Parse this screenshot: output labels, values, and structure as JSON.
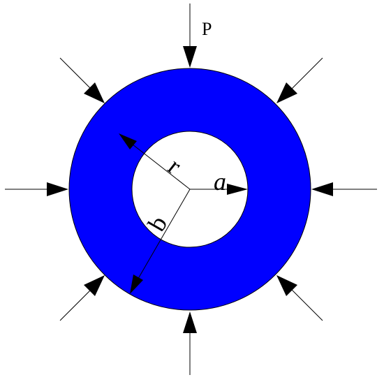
{
  "diagram": {
    "ring_color": "#0000ff",
    "ring_stroke": "#000000",
    "hole_color": "#ffffff",
    "line_color": "#000000",
    "labels": {
      "load": "P",
      "radius": "r",
      "outer_radius": "b",
      "inner_radius": "a"
    },
    "pressure_arrows": {
      "count": 8,
      "direction": "inward"
    }
  }
}
